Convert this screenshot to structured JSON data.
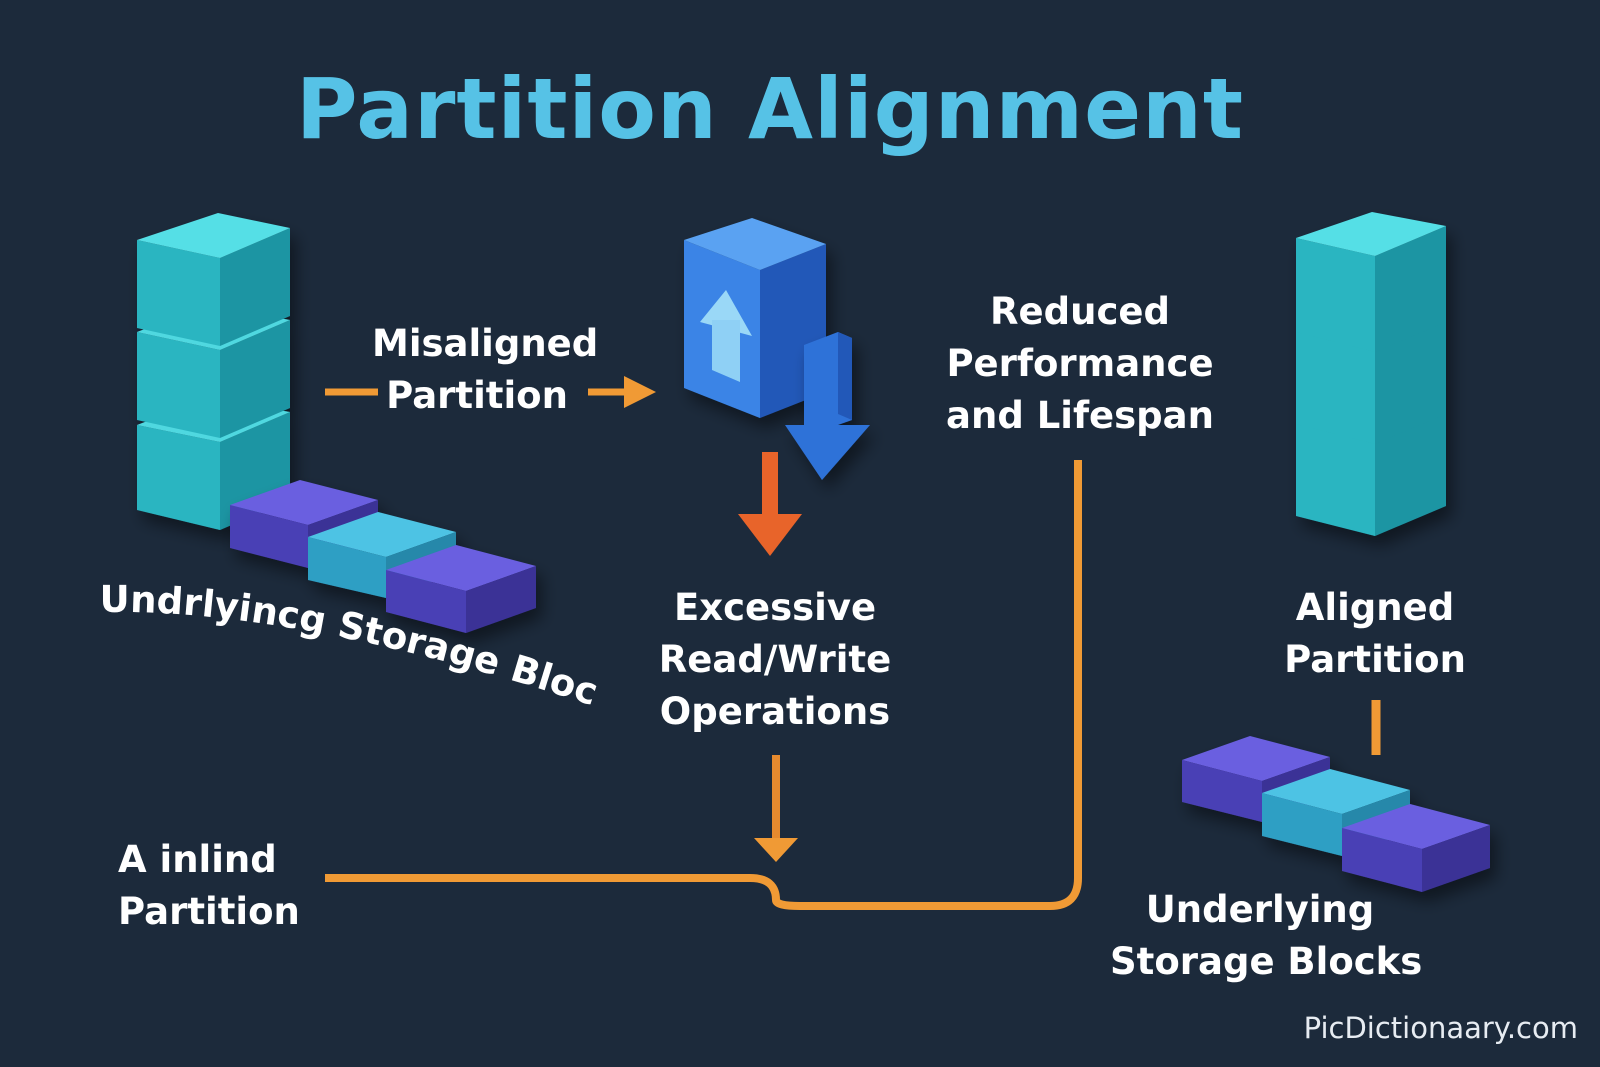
{
  "title": "Partition Alignment",
  "labels": {
    "misaligned": [
      "Misaligned",
      "Partition"
    ],
    "underlying_left": "Undrlyincg Storage Blocks",
    "excessive": [
      "Excessive",
      "Read/Write",
      "Operations"
    ],
    "reduced": [
      "Reduced",
      "Performance",
      "and Lifespan"
    ],
    "aligned": [
      "Aligned",
      "Partition"
    ],
    "inlind": [
      "A inlind",
      "Partition"
    ],
    "underlying_right": [
      "Underlying",
      "Storage Blocks"
    ]
  },
  "watermark": "PicDictionaary.com",
  "colors": {
    "background": "#1c2a3b",
    "title": "#56c2e6",
    "cube_teal": "#35c8d2",
    "block_purple": "#5a4fd0",
    "block_cyan": "#3fb4d8",
    "io_blue": "#2f72d8",
    "arrow_orange": "#f09a35",
    "arrow_red_orange": "#e8642a"
  }
}
